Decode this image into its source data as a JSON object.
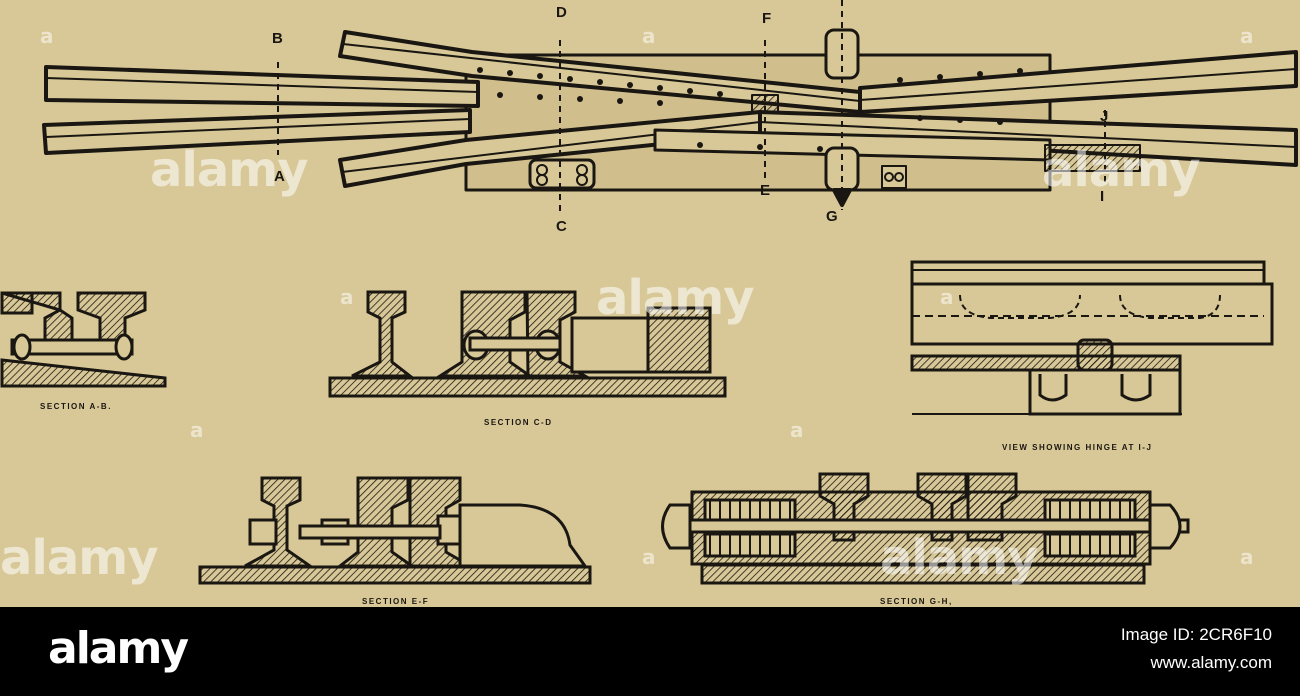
{
  "drawing": {
    "section_letters": [
      "D",
      "F",
      "B",
      "A",
      "C",
      "E",
      "G",
      "I",
      "J"
    ],
    "captions": {
      "section_ab": "SECTION A-B.",
      "section_cd": "SECTION C-D",
      "section_ef": "SECTION E-F",
      "section_gh": "SECTION G-H,",
      "hinge_view": "VIEW SHOWING HINGE AT I-J"
    }
  },
  "watermark": {
    "text": "alamy",
    "corner_mark": "a"
  },
  "footer": {
    "logo": "alamy",
    "image_id": "Image ID: 2CR6F10",
    "site": "www.alamy.com"
  },
  "colors": {
    "paper": "#d8c897",
    "ink": "#1a1712",
    "footer_bg": "#000000",
    "footer_text": "#ffffff"
  }
}
